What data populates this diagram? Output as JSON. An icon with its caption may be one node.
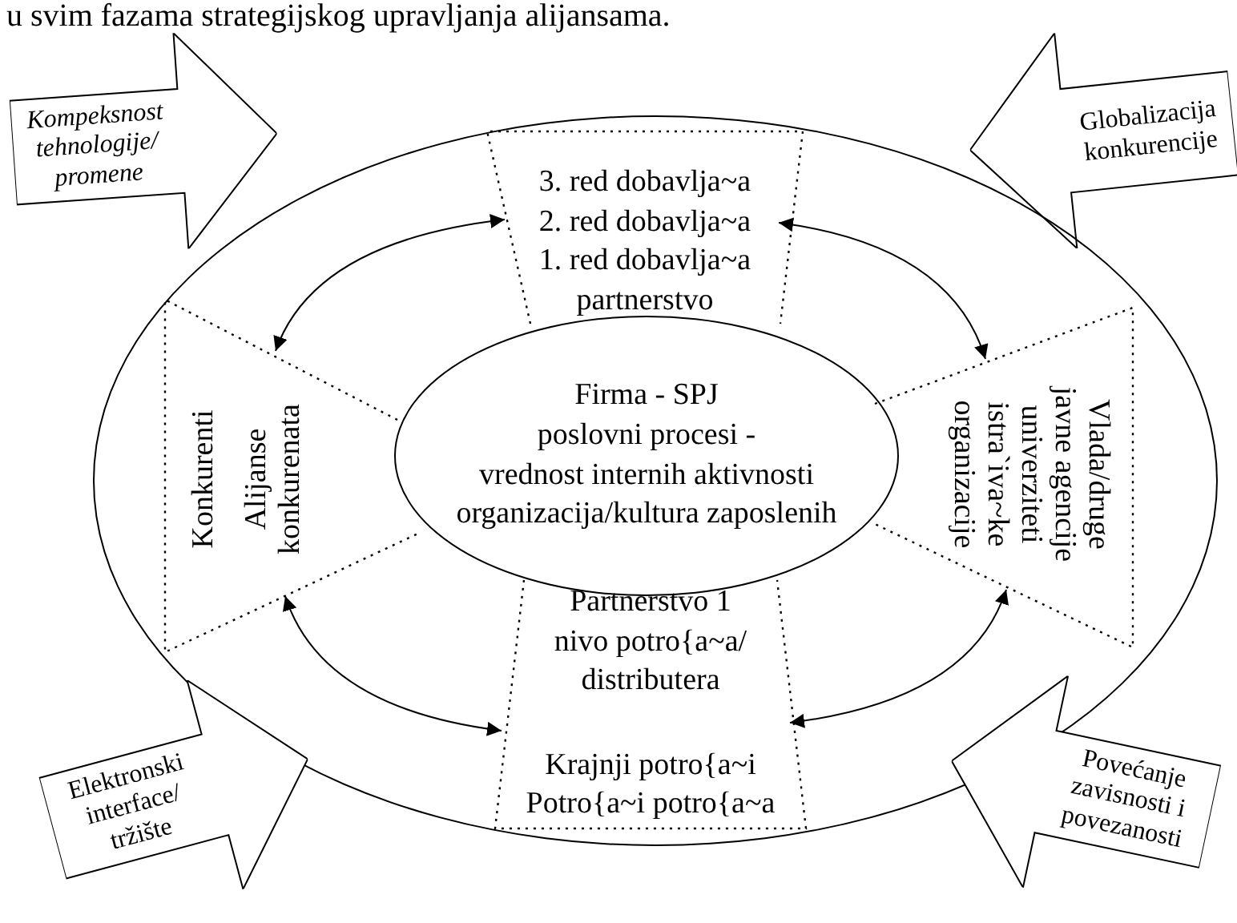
{
  "diagram": {
    "nodes": [
      {
        "text": [
          "Kompeksnost tehnologije/ promene"
        ]
      },
      {
        "text": [
          "Globalizacija konkurencije"
        ]
      },
      {
        "text": [],
        "shape": "ellipse"
      },
      {
        "text": [
          "3. red dobavlja~a",
          "2. red dobavlja~a",
          "1. red dobavlja~a",
          "partnerstvo"
        ],
        "in": 2
      },
      {
        "text": [
          "Konkurenti",
          "Alijanse konkurenata"
        ],
        "in": 2
      },
      {
        "text": [
          "Firma - SPJ",
          "poslovni procesi -",
          "vrednost internih aktivnosti",
          "organizacija/kultura zaposlenih"
        ],
        "in": 2
      },
      {
        "text": [
          "Vlada/druge",
          "javne agencije",
          "univerziteti",
          "istra`iva~ke",
          "organizacije"
        ],
        "in": 2
      },
      {
        "text": [
          "Partnerstvo 1 nivo potro{a~a/ distributera",
          "Krajnji potro{a~i",
          "Potro{a~i potro{a~a"
        ],
        "in": 2
      },
      {
        "text": [
          "Elektronski interface/ tržište"
        ]
      },
      {
        "text": [
          "Povećanje zavisnosti i povezanosti"
        ]
      }
    ],
    "edges": [
      {
        "from": 4,
        "to": 3,
        "arrow": "both"
      },
      {
        "from": 3,
        "to": 6,
        "arrow": "both"
      },
      {
        "from": 4,
        "to": 7,
        "arrow": "both"
      },
      {
        "from": 7,
        "to": 6,
        "arrow": "both"
      }
    ],
    "labels": [
      "u svim fazama strategijskog upravljanja alijansama."
    ]
  }
}
